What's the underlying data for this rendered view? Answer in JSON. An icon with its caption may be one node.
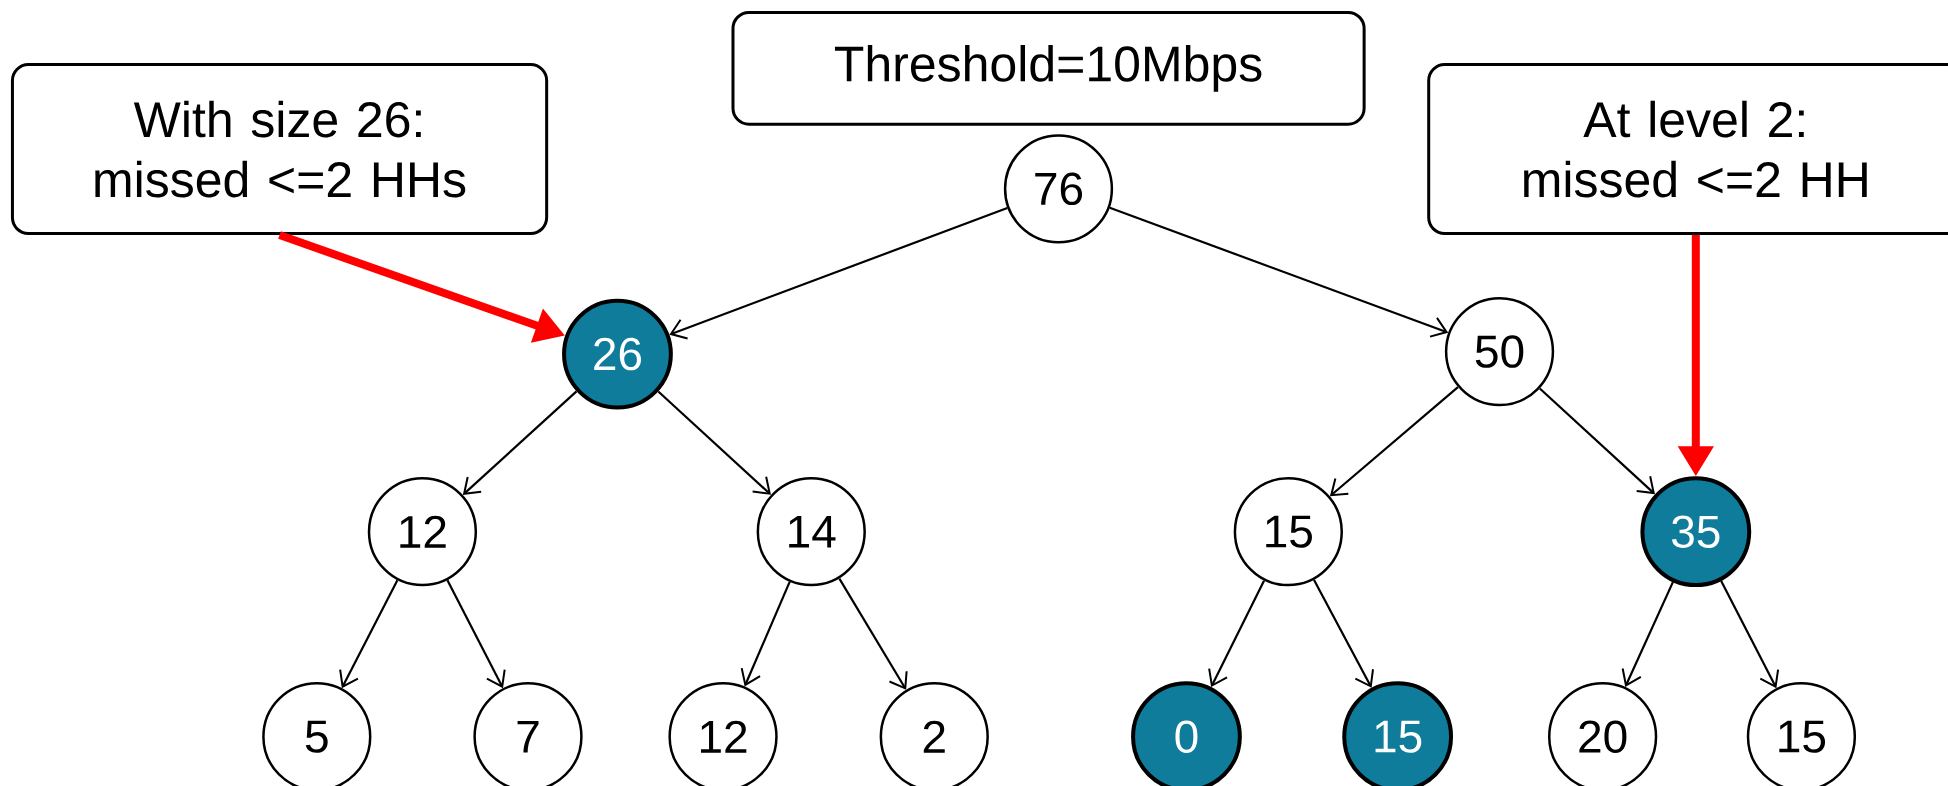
{
  "diagram": {
    "nodes": [
      {
        "text": [
          "With size 26: missed <=2 HHs"
        ]
      },
      {
        "text": [
          "Threshold=10Mbps"
        ]
      },
      {
        "text": [
          "At level 2: missed <=2 HH"
        ]
      },
      {
        "text": [
          "76"
        ]
      },
      {
        "text": [
          "26"
        ]
      },
      {
        "text": [
          "50"
        ]
      },
      {
        "text": [
          "12"
        ]
      },
      {
        "text": [
          "14"
        ]
      },
      {
        "text": [
          "15"
        ]
      },
      {
        "text": [
          "35"
        ]
      },
      {
        "text": [
          "5"
        ]
      },
      {
        "text": [
          "7"
        ]
      },
      {
        "text": [
          "12"
        ]
      },
      {
        "text": [
          "2"
        ]
      },
      {
        "text": [
          "0"
        ]
      },
      {
        "text": [
          "15"
        ]
      },
      {
        "text": [
          "20"
        ]
      },
      {
        "text": [
          "15"
        ]
      }
    ],
    "edges": [
      {
        "from": 3,
        "to": 4,
        "arrow": "to"
      },
      {
        "from": 3,
        "to": 5,
        "arrow": "to"
      },
      {
        "from": 4,
        "to": 6,
        "arrow": "to"
      },
      {
        "from": 4,
        "to": 7,
        "arrow": "to"
      },
      {
        "from": 5,
        "to": 8,
        "arrow": "to"
      },
      {
        "from": 5,
        "to": 9,
        "arrow": "to"
      },
      {
        "from": 6,
        "to": 10,
        "arrow": "to"
      },
      {
        "from": 6,
        "to": 11,
        "arrow": "to"
      },
      {
        "from": 7,
        "to": 12,
        "arrow": "to"
      },
      {
        "from": 7,
        "to": 13,
        "arrow": "to"
      },
      {
        "from": 8,
        "to": 14,
        "arrow": "to"
      },
      {
        "from": 8,
        "to": 15,
        "arrow": "to"
      },
      {
        "from": 9,
        "to": 16,
        "arrow": "to"
      },
      {
        "from": 9,
        "to": 17,
        "arrow": "to"
      },
      {
        "from": 0,
        "to": 4,
        "arrow": "to",
        "style": "thick",
        "color": "#ff0000"
      },
      {
        "from": 2,
        "to": 9,
        "arrow": "to",
        "style": "thick",
        "color": "#ff0000"
      }
    ]
  }
}
